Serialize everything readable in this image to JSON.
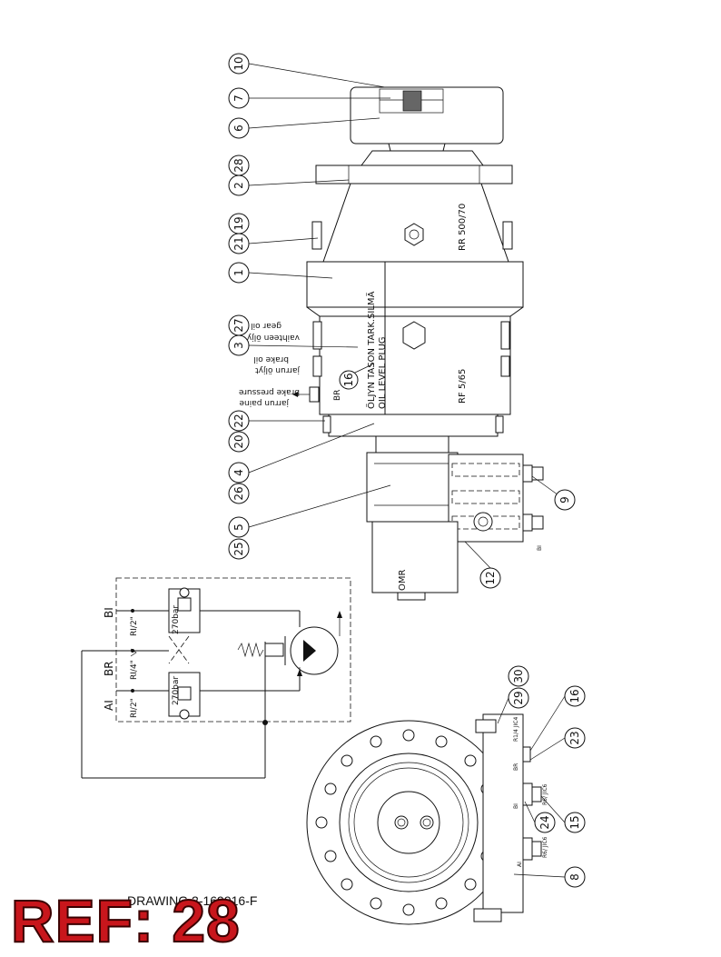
{
  "drawing": {
    "number": "DRAWING 2-169916-F",
    "ref_stamp": "REF: 28"
  },
  "part_balloons": {
    "p10": "10",
    "p7": "7",
    "p6": "6",
    "p28": "28",
    "p2": "2",
    "p19": "19",
    "p21": "21",
    "p1": "1",
    "p27": "27",
    "p3": "3",
    "p16": "16",
    "p22": "22",
    "p20": "20",
    "p4": "4",
    "p26": "26",
    "p5": "5",
    "p25": "25",
    "p9": "9",
    "p12": "12",
    "p29": "29",
    "p30": "30",
    "p16b": "16",
    "p23": "23",
    "p15": "15",
    "p24": "24",
    "p8": "8"
  },
  "side_view_labels": {
    "rr_model": "RR 500/70",
    "rf_model": "RF 5/65",
    "oil_level_fi": "ÖLJYN TASON TARK.SILMÄ",
    "oil_level_en": "OIL LEVEL PLUG",
    "gear_oil_fi": "vaihteen öljy",
    "gear_oil_en": "gear oil",
    "brake_oil_fi": "jarrun öljyt",
    "brake_oil_en": "brake oil",
    "brake_pressure_fi": "jarrun paine",
    "brake_pressure_en": "brake pressure",
    "port_br": "BR",
    "port_bi": "BI",
    "motor": "OMR"
  },
  "schematic": {
    "port_bi": "BI",
    "port_br": "BR",
    "port_ai": "AI",
    "thread_bi": "RI/2\"",
    "thread_br": "RI/4\"",
    "thread_ai": "RI/2\"",
    "relief_top": "270bar",
    "relief_bottom": "270bar"
  },
  "end_view_labels": {
    "port_br": "BR",
    "port_bi": "BI",
    "port_ai": "AI",
    "fit_br": "R1/4 JIC4",
    "fit_bi": "R6/ JIC6",
    "fit_ai": "R6/ JIC6"
  }
}
